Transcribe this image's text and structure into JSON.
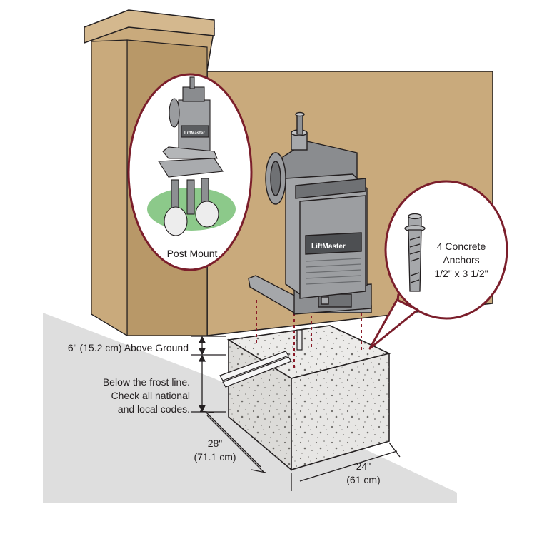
{
  "callouts": {
    "post_mount": "Post Mount",
    "anchors_line1": "4 Concrete",
    "anchors_line2": "Anchors",
    "anchors_line3": "1/2\" x 3 1/2\""
  },
  "dimensions": {
    "above_ground": "6\" (15.2 cm) Above Ground",
    "frost_line1": "Below the frost line.",
    "frost_line2": "Check all national",
    "frost_line3": "and local codes.",
    "depth_in": "28\"",
    "depth_cm": "(71.1 cm)",
    "width_in": "24\"",
    "width_cm": "(61 cm)"
  },
  "brand_marks": [
    "LiftMaster",
    "LiftMaster"
  ],
  "colors": {
    "wall": "#c9aa7c",
    "wall_shadow": "#ad8c5e",
    "callout_border": "#7b1e2b",
    "concrete": "#e7e6e4",
    "concrete_dark": "#cfcdca",
    "operator_gray": "#9a9c9f",
    "operator_dark": "#6f7174",
    "ground_shade": "#dcdcdc",
    "grass": "#8cc98a"
  }
}
